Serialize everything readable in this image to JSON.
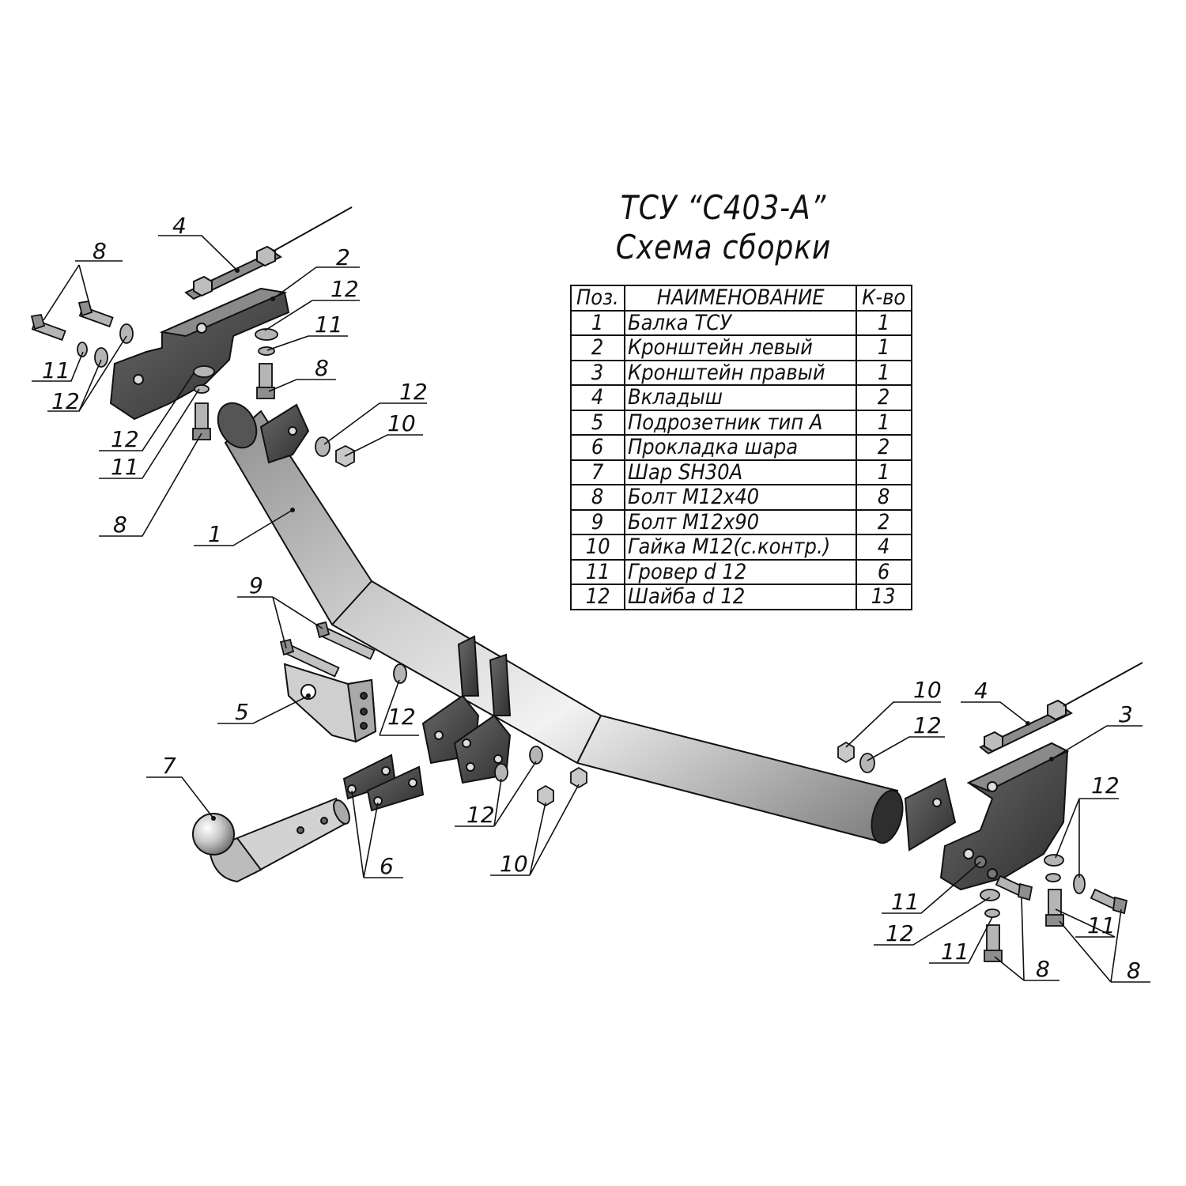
{
  "title": {
    "line1": "ТСУ “С403-А”",
    "line2": "Схема сборки"
  },
  "spec_table": {
    "headers": {
      "pos": "Поз.",
      "name": "НАИМЕНОВАНИЕ",
      "qty": "К-во"
    },
    "rows": [
      {
        "pos": "1",
        "name": "Балка ТСУ",
        "qty": "1"
      },
      {
        "pos": "2",
        "name": "Кронштейн левый",
        "qty": "1"
      },
      {
        "pos": "3",
        "name": "Кронштейн правый",
        "qty": "1"
      },
      {
        "pos": "4",
        "name": "Вкладыш",
        "qty": "2"
      },
      {
        "pos": "5",
        "name": "Подрозетник тип А",
        "qty": "1"
      },
      {
        "pos": "6",
        "name": "Прокладка шара",
        "qty": "2"
      },
      {
        "pos": "7",
        "name": "Шар SH30A",
        "qty": "1"
      },
      {
        "pos": "8",
        "name": "Болт М12х40",
        "qty": "8"
      },
      {
        "pos": "9",
        "name": "Болт М12х90",
        "qty": "2"
      },
      {
        "pos": "10",
        "name": "Гайка М12(с.контр.)",
        "qty": "4"
      },
      {
        "pos": "11",
        "name": "Гровер d 12",
        "qty": "6"
      },
      {
        "pos": "12",
        "name": "Шайба d 12",
        "qty": "13"
      }
    ]
  },
  "callouts": {
    "left_bracket_4": "4",
    "left_bolts_8": "8",
    "left_bracket_2": "2",
    "left_washer_12_top": "12",
    "left_grover_11_top": "11",
    "left_bolt_8_mid": "8",
    "left_grover_11_outer": "11",
    "left_washer_12_outer": "12",
    "left_washer_12_lower": "12",
    "left_grover_11_lower": "11",
    "left_bolt_8_lower": "8",
    "beam_1": "1",
    "washer_12_upper": "12",
    "nut_10_upper": "10",
    "bolts_9": "9",
    "socket_5": "5",
    "washer_12_socket": "12",
    "ball_7": "7",
    "plates_6": "6",
    "washers_12_mid": "12",
    "nuts_10_mid": "10",
    "right_nut_10": "10",
    "right_washer_12": "12",
    "right_bracket_4": "4",
    "right_bracket_3": "3",
    "right_washers_12": "12",
    "right_grover_11_a": "11",
    "right_washer_12_b": "12",
    "right_grover_11_c": "11",
    "right_bolt_8_a": "8",
    "right_grover_11_d": "11",
    "right_bolts_8_b": "8"
  },
  "colors": {
    "line": "#111111",
    "metal_light": "#c9c9c9",
    "metal_mid": "#9d9d9d",
    "metal_dark": "#5a5a5a",
    "bracket": "#3e3e3e",
    "highlight": "#efefef"
  }
}
